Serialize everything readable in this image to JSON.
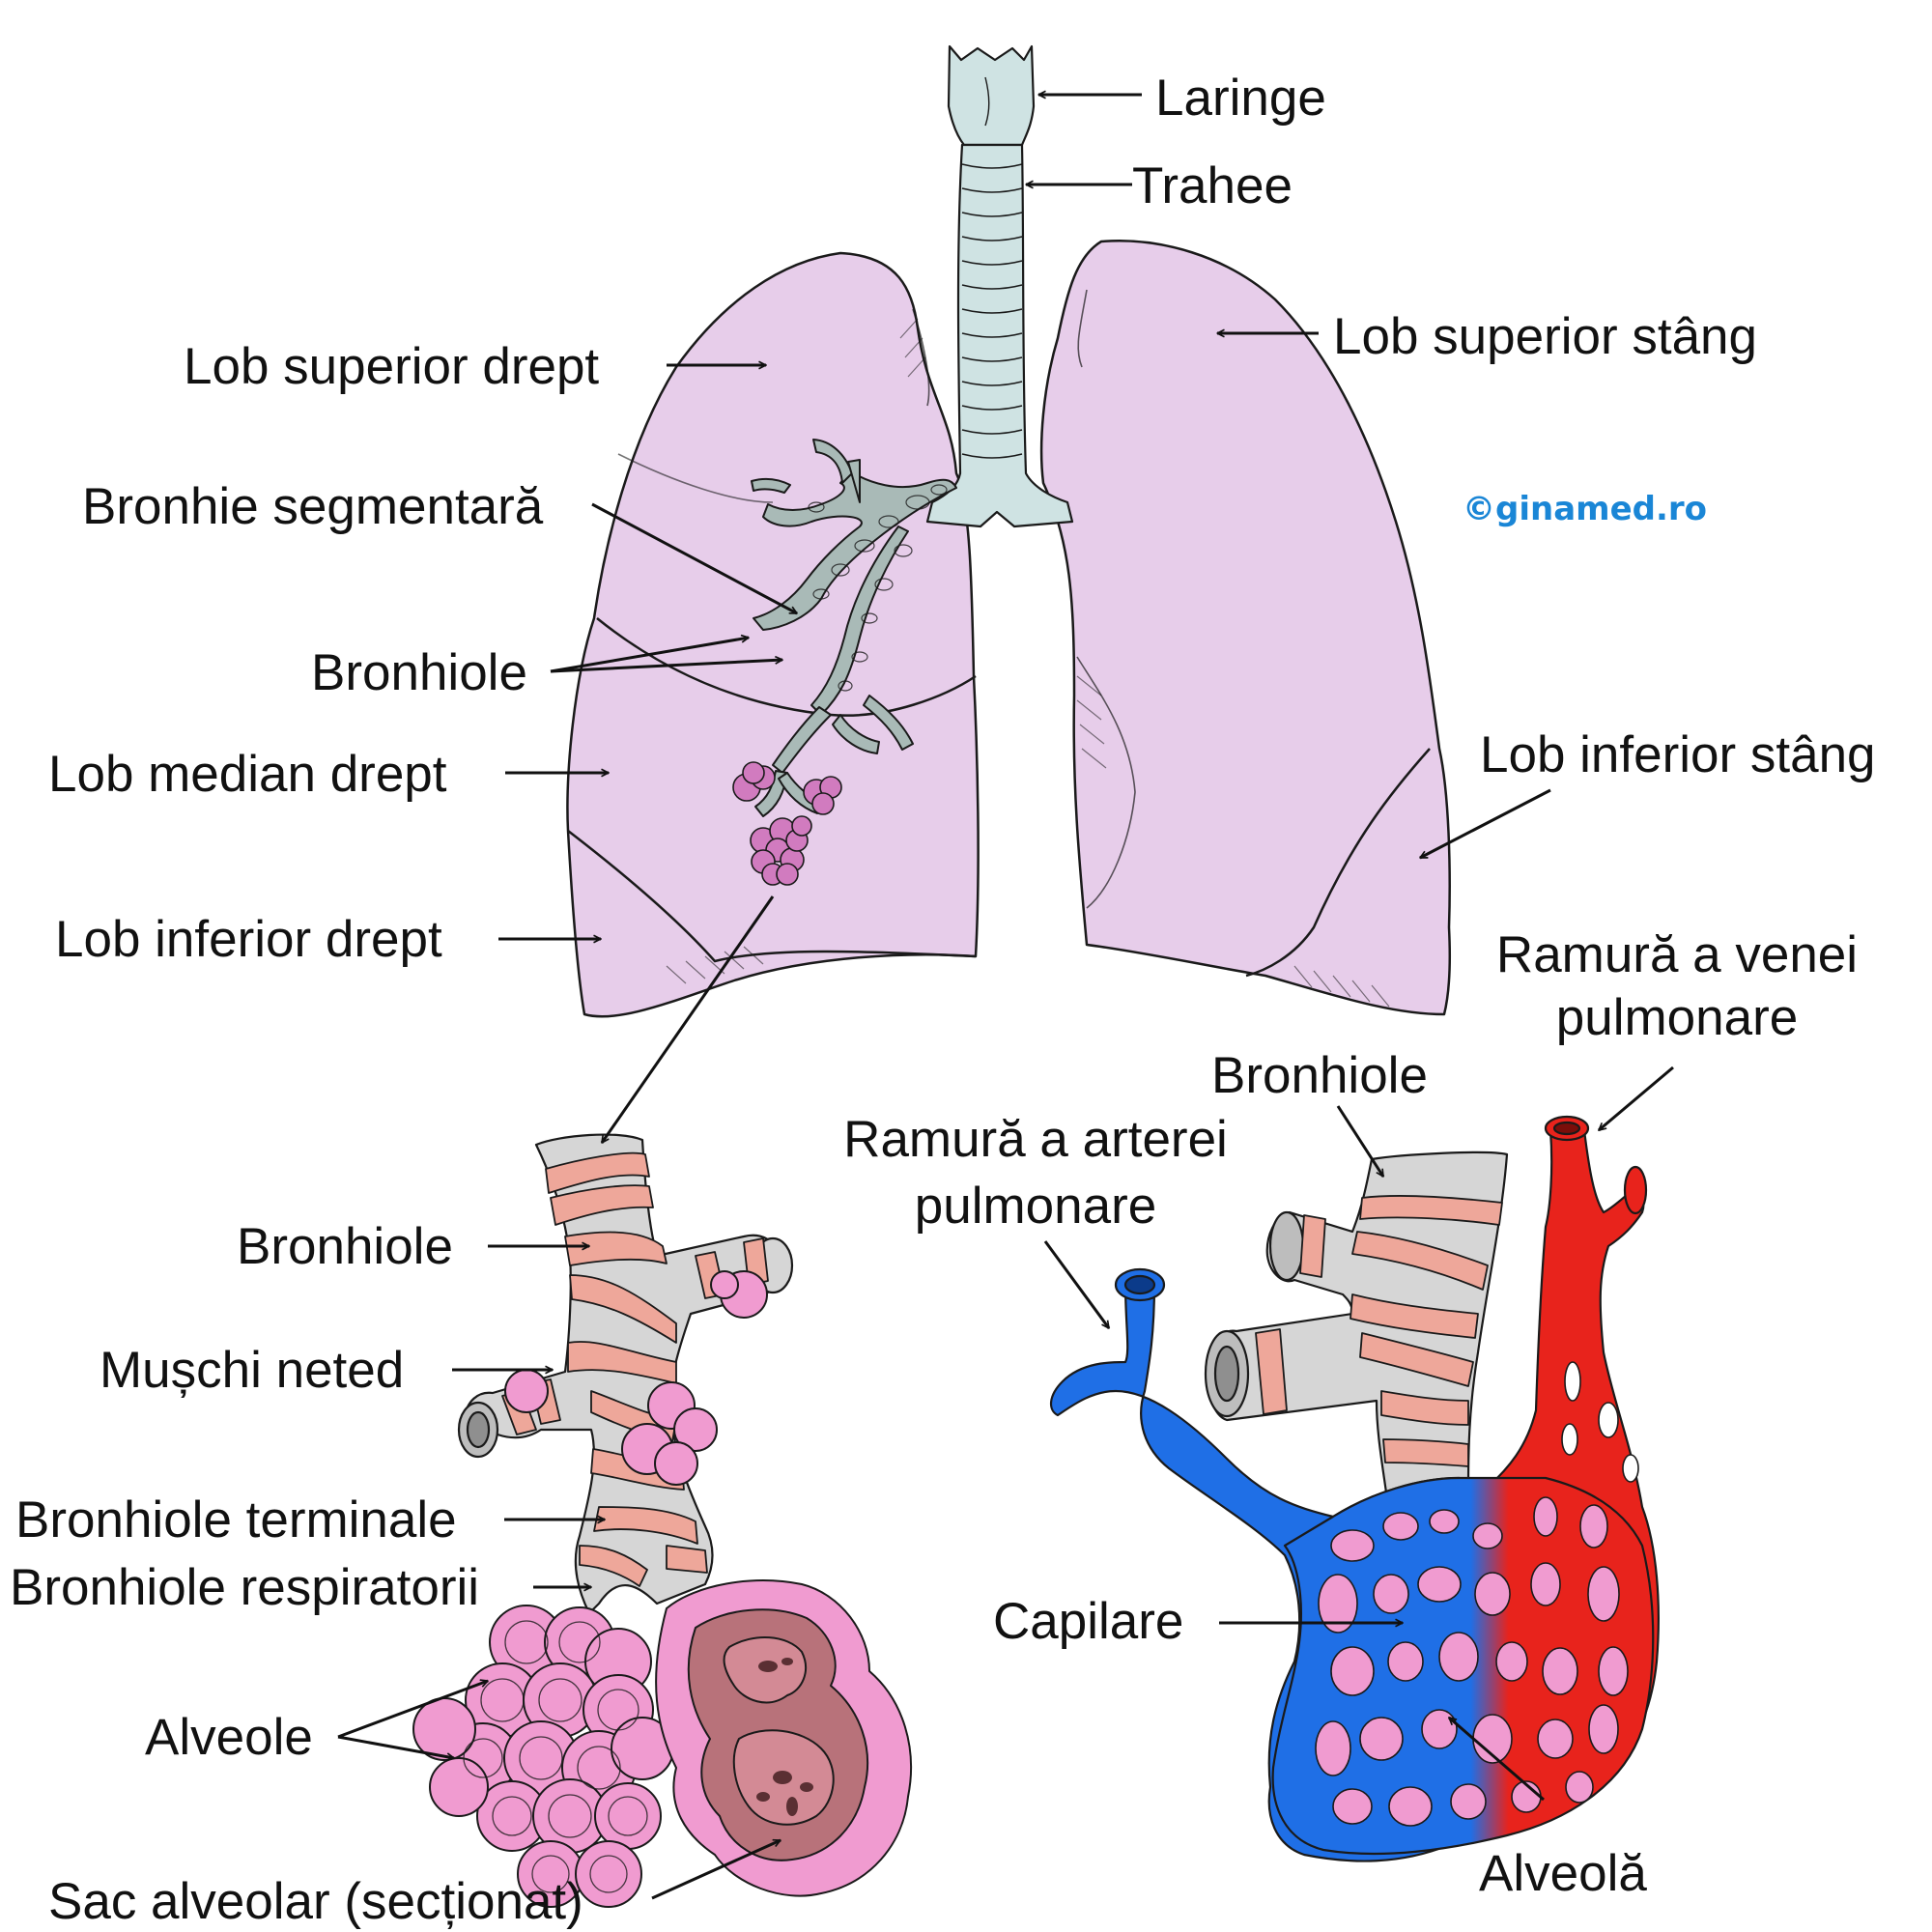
{
  "watermark": "©ginamed.ro",
  "colors": {
    "lung": "#e7cdea",
    "lung_shade": "#c9a8cf",
    "airway": "#cfe3e3",
    "bronchial_tree": "#a9bab7",
    "bronchiole": "#d6d6d6",
    "smooth_muscle": "#eea79a",
    "alveoli": "#f09bd0",
    "alveolar_sac_inner": "#b8727a",
    "artery": "#1f6fe6",
    "vein": "#e8231c",
    "outline": "#1a1a1a",
    "watermark": "#1a86d6"
  },
  "top": {
    "labels": {
      "larynx": "Laringe",
      "trachea": "Trahee",
      "right_upper_lobe": "Lob superior drept",
      "left_upper_lobe": "Lob superior stâng",
      "segmental_bronchus": "Bronhie segmentară",
      "bronchioles": "Bronhiole",
      "right_middle_lobe": "Lob median drept",
      "left_lower_lobe": "Lob inferior stâng",
      "right_lower_lobe": "Lob inferior drept"
    }
  },
  "bottom_left": {
    "labels": {
      "bronchioles": "Bronhiole",
      "smooth_muscle": "Mușchi neted",
      "terminal_bronchioles": "Bronhiole terminale",
      "respiratory_bronchioles": "Bronhiole respiratorii",
      "alveoli": "Alveole",
      "alveolar_sac": "Sac alveolar (secționat)"
    }
  },
  "bottom_right": {
    "labels": {
      "vein_branch_line1": "Ramură a venei",
      "vein_branch_line2": "pulmonare",
      "bronchioles": "Bronhiole",
      "artery_branch_line1": "Ramură a arterei",
      "artery_branch_line2": "pulmonare",
      "capillaries": "Capilare",
      "alveolus": "Alveolă"
    }
  }
}
